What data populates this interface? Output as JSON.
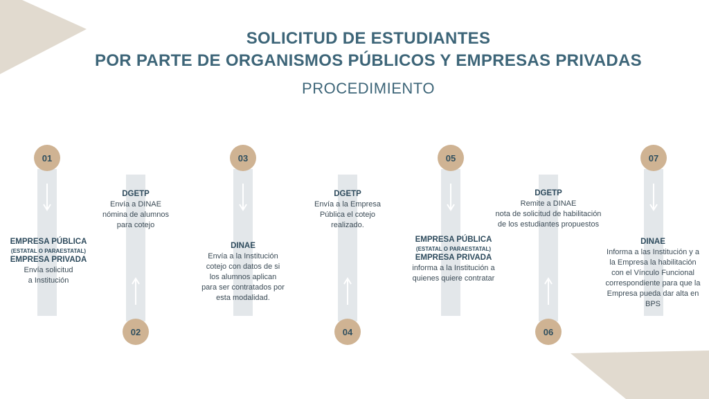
{
  "header": {
    "title_line1": "SOLICITUD DE ESTUDIANTES",
    "title_line2": "POR PARTE DE ORGANISMOS PÚBLICOS Y EMPRESAS PRIVADAS",
    "subtitle": "PROCEDIMIENTO"
  },
  "colors": {
    "title": "#3d6578",
    "step_circle": "#cfb393",
    "bar": "#e3e7ea",
    "deco": "#c9bba8"
  },
  "steps": [
    {
      "number": "01",
      "title": "EMPRESA PÚBLICA",
      "title_small": "(ESTATAL O PARAESTATAL)",
      "title2": "EMPRESA PRIVADA",
      "body_lines": [
        "Envía solicitud",
        "a Institución"
      ]
    },
    {
      "number": "02",
      "title": "DGETP",
      "body_lines": [
        "Envía a DINAE",
        "nómina de alumnos",
        "para cotejo"
      ]
    },
    {
      "number": "03",
      "title": "DINAE",
      "body_lines": [
        "Envía a la Institución",
        "cotejo con datos de si",
        "los alumnos aplican",
        "para ser contratados por",
        "esta modalidad."
      ]
    },
    {
      "number": "04",
      "title": "DGETP",
      "body_lines": [
        "Envía a la Empresa",
        "Pública el cotejo",
        "realizado."
      ]
    },
    {
      "number": "05",
      "title": "EMPRESA PÚBLICA",
      "title_small": "(ESTATAL O PARAESTATAL)",
      "title2": "EMPRESA PRIVADA",
      "body_lines": [
        "informa a la Institución a",
        "quienes quiere contratar"
      ]
    },
    {
      "number": "06",
      "title": "DGETP",
      "body_lines": [
        "Remite a DINAE",
        "nota de solicitud de habilitación",
        "de los estudiantes propuestos"
      ]
    },
    {
      "number": "07",
      "title": "DINAE",
      "body_lines": [
        "Informa a las Institución y a",
        "la Empresa la habilitación",
        "con el Vínculo Funcional",
        "correspondiente para que la",
        "Empresa pueda dar alta en",
        "BPS"
      ]
    }
  ]
}
